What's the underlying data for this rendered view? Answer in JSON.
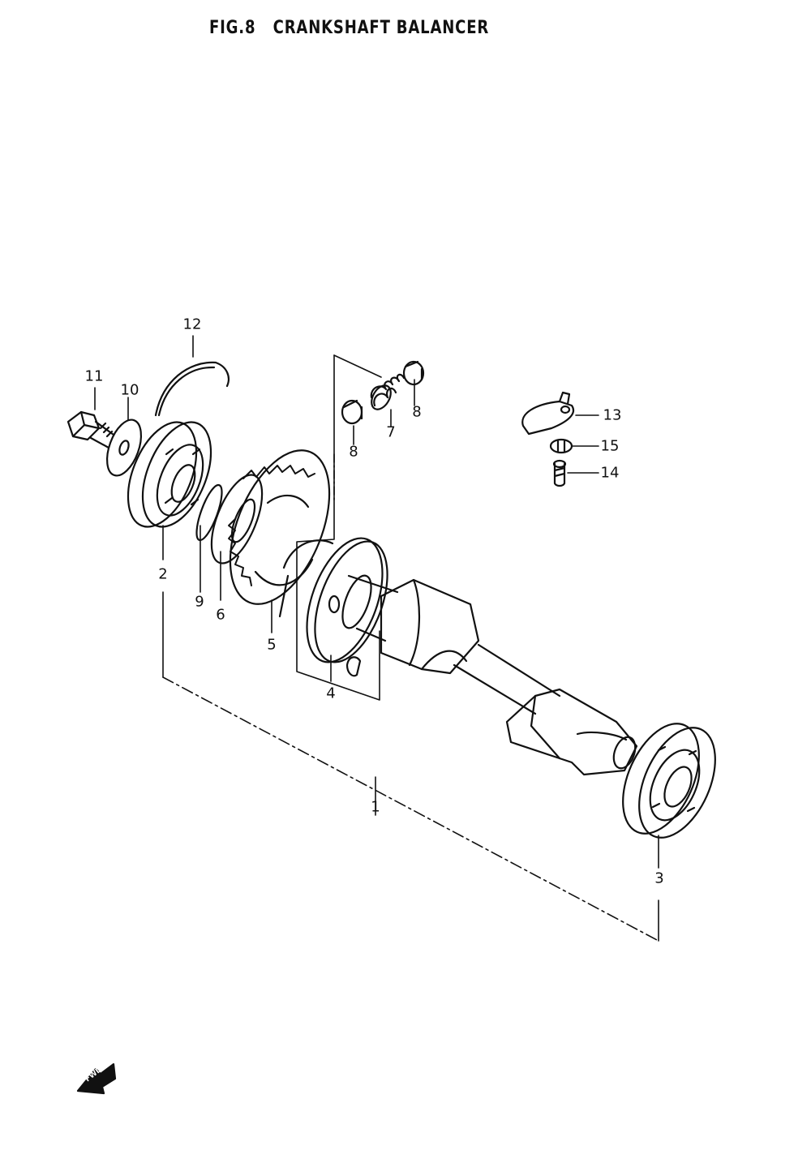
{
  "figure": {
    "title": "FIG.8   CRANKSHAFT BALANCER"
  },
  "callouts": {
    "c1": "1",
    "c2": "2",
    "c3": "3",
    "c4": "4",
    "c5": "5",
    "c6": "6",
    "c7": "7",
    "c8a": "8",
    "c8b": "8",
    "c9": "9",
    "c10": "10",
    "c11": "11",
    "c12": "12",
    "c13": "13",
    "c14": "14",
    "c15": "15"
  },
  "direction_marker": {
    "icon": "front-direction-arrow-icon",
    "label": "FWD"
  },
  "colors": {
    "ink": "#111111",
    "paper": "#ffffff"
  }
}
